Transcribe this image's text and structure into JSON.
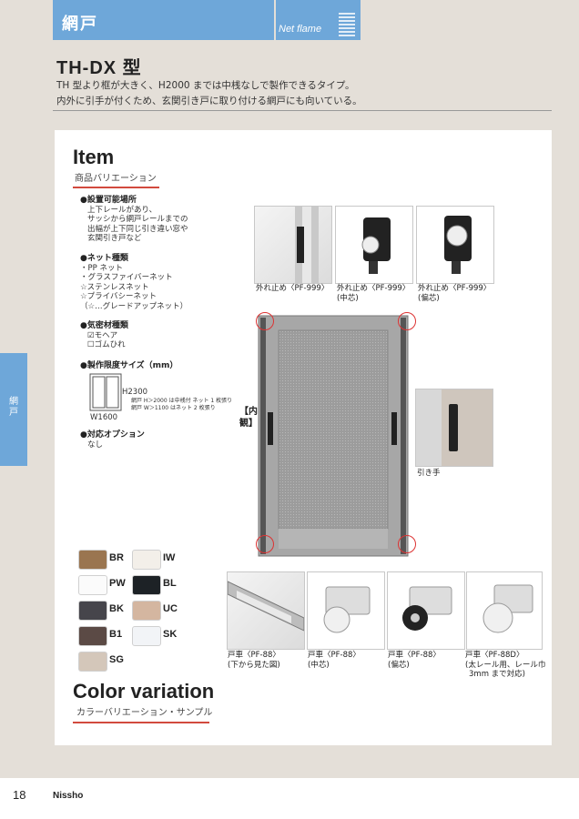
{
  "header": {
    "section": "網戸",
    "english": "Net flame"
  },
  "side_tab": "網戸",
  "model": {
    "name": "TH-DX 型",
    "desc_line1": "TH 型より框が大きく、H2000 までは中桟なしで製作できるタイプ。",
    "desc_line2": "内外に引手が付くため、玄関引き戸に取り付ける網戸にも向いている。"
  },
  "item": {
    "title": "Item",
    "subtitle": "商品バリエーション"
  },
  "specs": {
    "place_title": "●設置可能場所",
    "place_lines": [
      "上下レールがあり、",
      "サッシから網戸レールまでの",
      "出幅が上下同じ引き違い窓や",
      "玄関引き戸など"
    ],
    "net_title": "●ネット種類",
    "net_lines": [
      "・PP ネット",
      "・グラスファイバーネット",
      "☆ステンレスネット",
      "☆プライバシーネット",
      "（☆…グレードアップネット）"
    ],
    "seal_title": "●気密材種類",
    "seal_lines": [
      "☑モヘア",
      "☐ゴムひれ"
    ],
    "size_title": "●製作限度サイズ（mm）",
    "size_h": "H2300",
    "size_w": "W1600",
    "size_note1": "網戸 H＞2000 は中桟付 ネット 1 枚張り",
    "size_note2": "網戸 W＞1100 はネット 2 枚張り",
    "option_title": "●対応オプション",
    "option_value": "なし"
  },
  "parts_top": [
    {
      "cap1": "外れ止め〈PF-999〉",
      "cap2": ""
    },
    {
      "cap1": "外れ止め〈PF-999〉",
      "cap2": "(中芯)"
    },
    {
      "cap1": "外れ止め〈PF-999〉",
      "cap2": "(偏芯)"
    }
  ],
  "inner_label": "【内 観】",
  "handle_caption": "引き手",
  "colors": [
    {
      "code": "BR",
      "hex": "#9a7550"
    },
    {
      "code": "IW",
      "hex": "#f3efe9"
    },
    {
      "code": "PW",
      "hex": "#fbfbfb"
    },
    {
      "code": "BL",
      "hex": "#1d2226"
    },
    {
      "code": "BK",
      "hex": "#46454b"
    },
    {
      "code": "UC",
      "hex": "#d4b6a0"
    },
    {
      "code": "B1",
      "hex": "#5b4a45"
    },
    {
      "code": "SK",
      "hex": "#f2f4f7"
    },
    {
      "code": "SG",
      "hex": "#d4c7ba"
    }
  ],
  "rollers": [
    {
      "cap1": "戸車〈PF-88〉",
      "cap2": "(下から見た図)",
      "cap3": ""
    },
    {
      "cap1": "戸車〈PF-88〉",
      "cap2": "(中芯)",
      "cap3": ""
    },
    {
      "cap1": "戸車〈PF-88〉",
      "cap2": "(偏芯)",
      "cap3": ""
    },
    {
      "cap1": "戸車〈PF-88D〉",
      "cap2": "(太レール用、レール巾",
      "cap3": "3mm まで対応)"
    }
  ],
  "color_variation": {
    "title": "Color variation",
    "subtitle": "カラーバリエーション・サンプル"
  },
  "footer": {
    "page": "18",
    "brand": "Nissho"
  }
}
